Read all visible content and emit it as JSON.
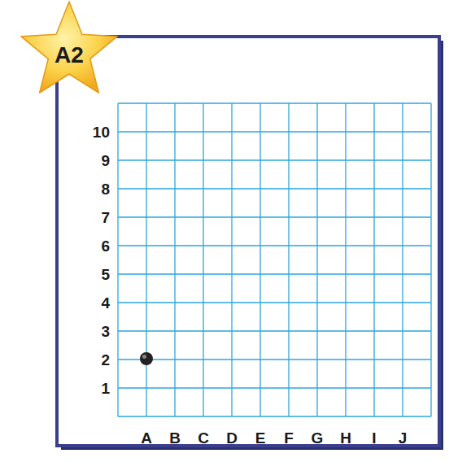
{
  "diagram": {
    "nodes": [
      {
        "text": [
          "A2"
        ]
      }
    ],
    "labels": [
      "10",
      "9",
      "8",
      "7",
      "6",
      "5",
      "4",
      "3",
      "2",
      "1",
      "A",
      "B",
      "C",
      "D",
      "E",
      "F",
      "G",
      "H",
      "I",
      "J"
    ]
  }
}
